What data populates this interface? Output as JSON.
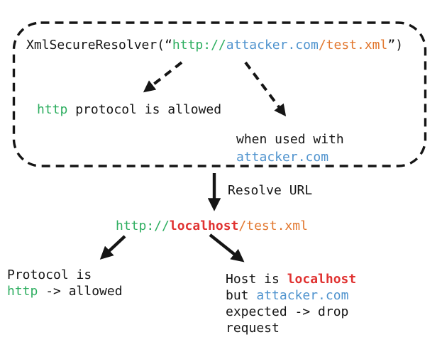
{
  "palette": {
    "ink": "#151515",
    "green": "#2eae60",
    "blue": "#4f93ce",
    "red": "#e03231",
    "orange": "#e2772e",
    "background": "#ffffff"
  },
  "diagram": {
    "resolver_box": {
      "code_line": {
        "prefix": "XmlSecureResolver(“",
        "protocol": "http://",
        "host": "attacker.com",
        "path": "/test.xml",
        "suffix": "”)"
      },
      "protocol_note": {
        "protocol": "http",
        "rest": " protocol is allowed"
      },
      "host_note": {
        "line1": "when used with",
        "host": "attacker.com"
      }
    },
    "resolve_arrow": {
      "label": "Resolve URL"
    },
    "resolved_url": {
      "protocol": "http://",
      "host": "localhost",
      "path": "/test.xml"
    },
    "protocol_outcome": {
      "line1": "Protocol is",
      "protocol": "http",
      "rest": " -> allowed"
    },
    "host_outcome": {
      "line1_prefix": "Host is ",
      "host": "localhost",
      "line2_prefix": "but ",
      "expected_host": "attacker.com",
      "line3": "expected -> drop",
      "line4": "request"
    }
  }
}
